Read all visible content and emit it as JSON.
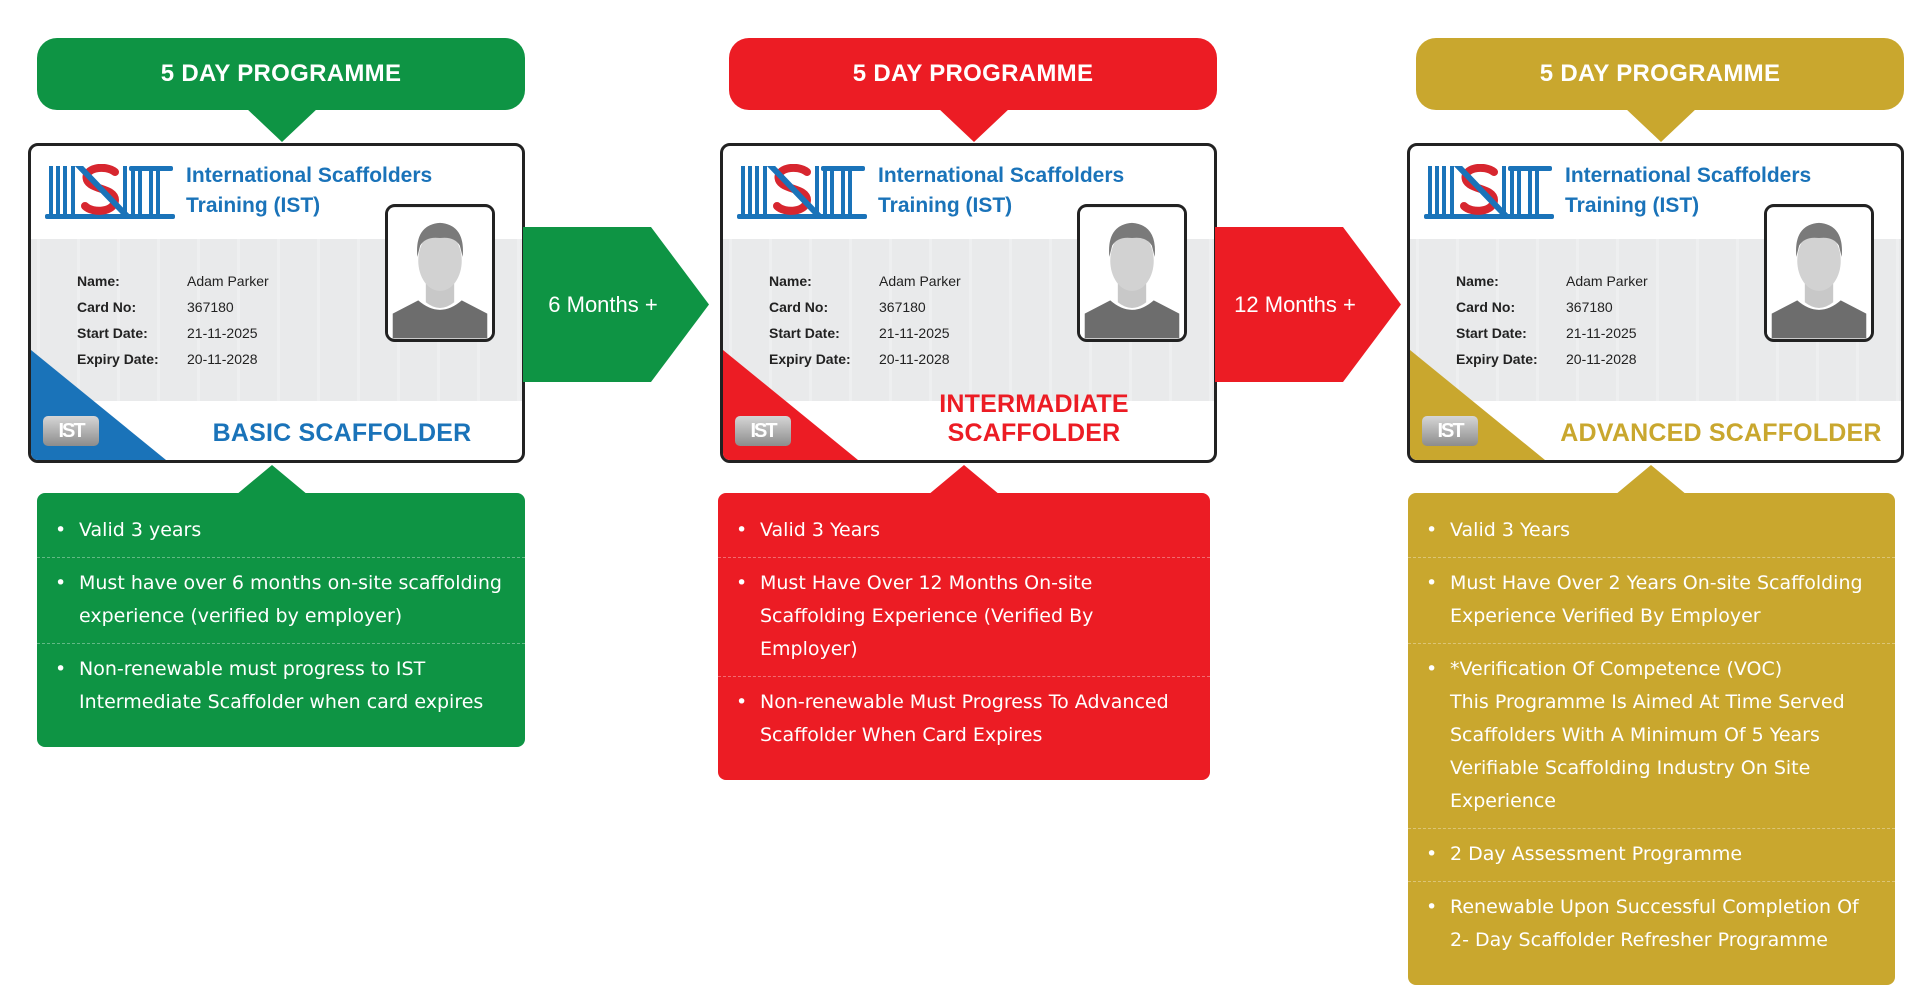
{
  "colors": {
    "basic": "#0e9444",
    "intermediate": "#ec1c24",
    "advanced": "#c9a72e",
    "org_blue": "#1a73b9",
    "logo_red": "#d7262f"
  },
  "org": {
    "name_line1": "International Scaffolders",
    "name_line2": "Training (IST)",
    "badge": "IST"
  },
  "fields": {
    "name_label": "Name:",
    "card_no_label": "Card No:",
    "start_label": "Start Date:",
    "expiry_label": "Expiry Date:",
    "name": "Adam Parker",
    "card_no": "367180",
    "start": "21-11-2025",
    "expiry": "20-11-2028"
  },
  "arrows": [
    {
      "label": "6 Months +",
      "color": "#0e9444"
    },
    {
      "label": "12 Months +",
      "color": "#ec1c24"
    }
  ],
  "levels": [
    {
      "banner": "5 DAY PROGRAMME",
      "title": "BASIC SCAFFOLDER",
      "title_color": "#1a73b9",
      "corner_color": "#1a73b9",
      "color": "#0e9444",
      "items": [
        "Valid 3 years",
        "Must have over 6 months on-site scaffolding\nexperience  (verified by employer)",
        "Non-renewable must progress to IST\nIntermediate Scaffolder when card expires"
      ]
    },
    {
      "banner": "5 DAY PROGRAMME",
      "title": "INTERMADIATE  SCAFFOLDER",
      "title_color": "#ec1c24",
      "corner_color": "#ec1c24",
      "color": "#ec1c24",
      "items": [
        "Valid 3 Years",
        "Must Have Over 12 Months On-site\nScaffolding Experience (Verified By Employer)",
        "Non-renewable Must Progress To Advanced\nScaffolder When Card Expires"
      ]
    },
    {
      "banner": "5 DAY PROGRAMME",
      "title": "ADVANCED SCAFFOLDER",
      "title_color": "#c9a72e",
      "corner_color": "#c9a72e",
      "color": "#c9a72e",
      "items": [
        "Valid 3 Years",
        "Must Have Over 2 Years On-site Scaffolding\nExperience Verified By Employer",
        "*Verification Of Competence (VOC)\nThis Programme Is Aimed At Time Served\nScaffolders With A Minimum Of 5 Years\nVerifiable Scaffolding Industry On Site\nExperience",
        " 2 Day Assessment Programme",
        "Renewable Upon Successful Completion Of\n2- Day Scaffolder Refresher Programme"
      ]
    }
  ]
}
